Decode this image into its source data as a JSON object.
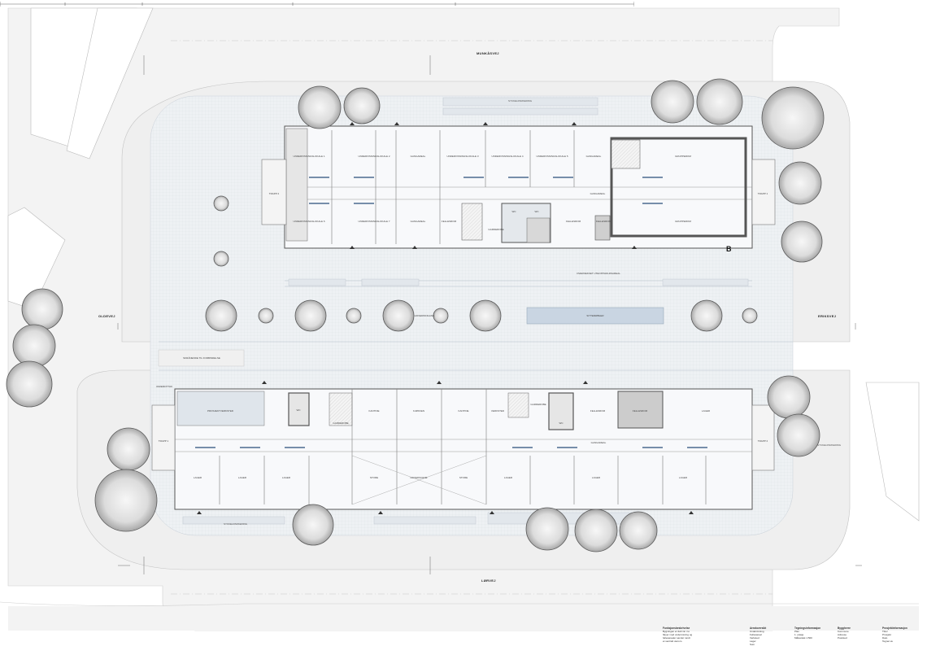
{
  "streets": {
    "north": "MUNKÅSVEJ",
    "south": "LØRVEJ",
    "west": "OLDEVEJ",
    "east": "ERIKSVEJ"
  },
  "building_marker": "B",
  "north_block": {
    "top_row": [
      "UNDERVISNINGSLOKALE 1",
      "UNDERVISNINGSLOKALE 2",
      "GANGAREAL",
      "UNDERVISNINGSLOKALE 3",
      "UNDERVISNINGSLOKALE 4",
      "UNDERVISNINGSLOKALE 5",
      "GANGAREAL",
      "GRUPPEROM"
    ],
    "bottom_row": [
      "UNDERVISNINGSLOKALE 6",
      "UNDERVISNINGSLOKALE 7",
      "GANGAREAL",
      "FELLESROM",
      "GARDEROBE",
      "WC",
      "WC",
      "FELLESROM",
      "FELLESROM",
      "GRUPPEROM"
    ],
    "corridor": "GANGAREAL",
    "stair_e": "TRAPP 1",
    "stair_w": "TRAPP 2",
    "plaza_label": "OVERDEKKET UTEOPPHOLDSAREAL"
  },
  "center": {
    "entrance": "HOVEDINNGANG",
    "bench": "SITTEMØBLER",
    "passage": "SKRÅNENDE TIL FORBINDELSE"
  },
  "south_block": {
    "top_row": [
      "PROSJEKTVERKSTED",
      "WC",
      "GARDEROBE",
      "KANTINE",
      "KJØKKEN",
      "KANTINE",
      "VERKSTED",
      "GARDEROBE",
      "WC",
      "FELLESROM",
      "FELLESROM",
      "LAGER"
    ],
    "bottom_row": [
      "LAGER",
      "LAGER",
      "LAGER",
      "STORE",
      "HOVEDSCENE",
      "STORE",
      "LAGER",
      "LAGER",
      "LAGER"
    ],
    "corridor": "GANGAREAL",
    "stair_w": "TRAPP 1",
    "stair_e": "TRAPP 2",
    "entry": "VAREMOTTAK"
  },
  "labels": {
    "plantbed_n": "SYKKELPARKERING",
    "plantbed_s": "SYKKELPARKERING",
    "east_parking": "SYKKELPARKERING"
  },
  "title_block": {
    "col1_head": "Funksjonsbeskrivelse",
    "col1": [
      "Bygningen er delt inn i to",
      "fløyer med undervisning og",
      "fellesarealer samlet rundt",
      "et sentralt uterom."
    ],
    "col2_head": "Arealoversikt",
    "col2": [
      "Undervisning",
      "Fellesareal",
      "Verksted",
      "Lager",
      "Sum"
    ],
    "col3_head": "Tegningsinformasjon",
    "col3": [
      "Plan",
      "1. etasje",
      "Målestokk 1:500"
    ],
    "col4_head": "Byggherre",
    "col4": [
      "Kommune",
      "Adresse",
      "Poststed"
    ],
    "col5_head": "Prosjektinformasjon",
    "col5": [
      "Tittel",
      "Prosjekt",
      "Dato",
      "Tegnet av"
    ]
  },
  "colors": {
    "paving": "#e9edf1",
    "ground": "#f2f2f2",
    "building": "#dfe6ee",
    "wall": "#8a8a8a",
    "tree": "#555555",
    "accent": "#c9d7e6"
  }
}
